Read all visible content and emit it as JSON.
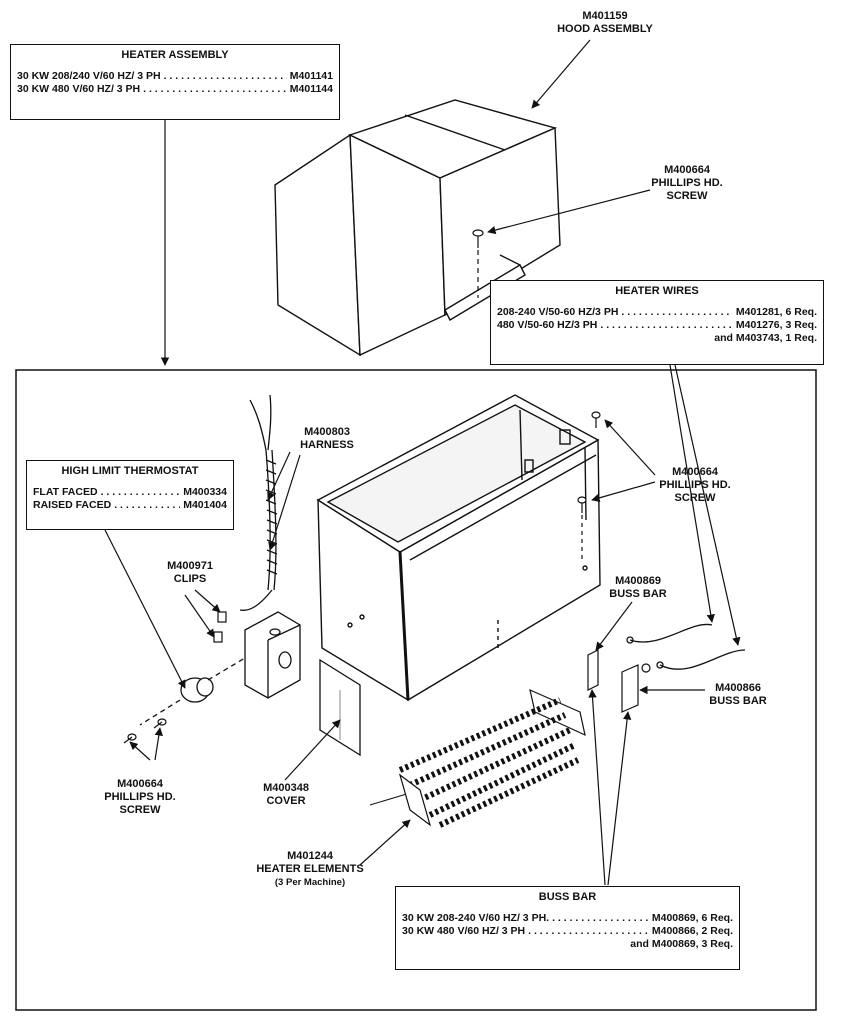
{
  "hood": {
    "part": "M401159",
    "name": "HOOD ASSEMBLY"
  },
  "heater_assembly": {
    "title": "HEATER ASSEMBLY",
    "rows": [
      {
        "desc": "30 KW 208/240 V/60 HZ/ 3 PH",
        "part": "M401141"
      },
      {
        "desc": "30 KW 480 V/60 HZ/ 3 PH",
        "part": "M401144"
      }
    ]
  },
  "screw_top": {
    "part": "M400664",
    "line2": "PHILLIPS HD.",
    "line3": "SCREW"
  },
  "heater_wires": {
    "title": "HEATER WIRES",
    "rows": [
      {
        "desc": "208-240 V/50-60 HZ/3 PH",
        "part": "M401281, 6 Req."
      },
      {
        "desc": "480 V/50-60 HZ/3 PH",
        "part": "M401276, 3 Req."
      }
    ],
    "extra": "and M403743, 1 Req."
  },
  "harness": {
    "part": "M400803",
    "name": "HARNESS"
  },
  "screw_right": {
    "part": "M400664",
    "line2": "PHILLIPS HD.",
    "line3": "SCREW"
  },
  "thermostat": {
    "title": "HIGH LIMIT THERMOSTAT",
    "rows": [
      {
        "desc": "FLAT FACED",
        "part": "M400334"
      },
      {
        "desc": "RAISED FACED",
        "part": "M401404"
      }
    ]
  },
  "clips": {
    "part": "M400971",
    "name": "CLIPS"
  },
  "buss_bar_869": {
    "part": "M400869",
    "name": "BUSS BAR"
  },
  "buss_bar_866": {
    "part": "M400866",
    "name": "BUSS BAR"
  },
  "screw_left": {
    "part": "M400664",
    "line2": "PHILLIPS HD.",
    "line3": "SCREW"
  },
  "cover": {
    "part": "M400348",
    "name": "COVER"
  },
  "elements": {
    "part": "M401244",
    "name": "HEATER ELEMENTS",
    "note": "(3 Per Machine)"
  },
  "buss_bar_table": {
    "title": "BUSS BAR",
    "rows": [
      {
        "desc": "30 KW 208-240 V/60 HZ/ 3 PH.",
        "part": "M400869, 6 Req."
      },
      {
        "desc": "30 KW 480 V/60 HZ/ 3 PH",
        "part": "M400866, 2 Req."
      }
    ],
    "extra": "and  M400869, 3 Req."
  }
}
